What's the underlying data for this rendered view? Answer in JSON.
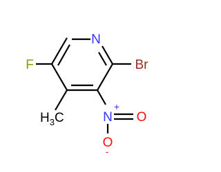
{
  "molecule": {
    "atoms": {
      "n_ring": "N",
      "fluorine": "F",
      "bromine": "Br",
      "methyl_c": "H",
      "methyl_sub": "3",
      "methyl_end": "C",
      "nitro_n": "N",
      "nitro_n_charge": "+",
      "nitro_o_right": "O",
      "nitro_o_bottom": "O",
      "nitro_o_charge": "-"
    },
    "colors": {
      "carbon_bond": "#000000",
      "nitrogen": "#3333ff",
      "fluorine": "#8c9a00",
      "bromine": "#9a2c1e",
      "oxygen": "#ff0d0d",
      "carbon_text": "#000000"
    }
  }
}
